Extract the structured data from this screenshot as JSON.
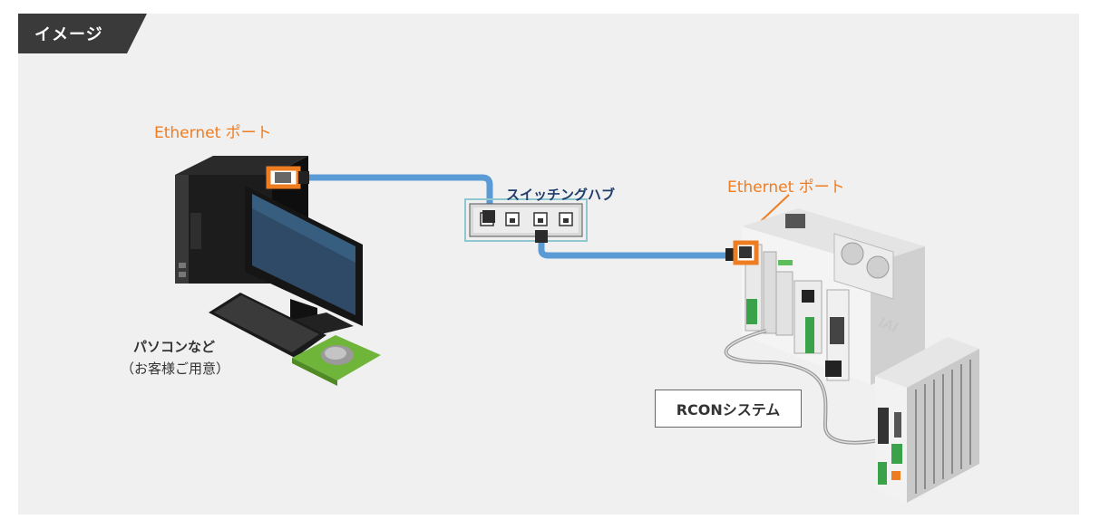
{
  "header": {
    "tag_label": "イメージ"
  },
  "labels": {
    "pc_port": "Ethernet ポート",
    "controller_port": "Ethernet ポート",
    "hub": "スイッチングハブ",
    "pc": "パソコンなど",
    "pc_note": "（お客様ご用意）",
    "system": "RCONシステム"
  },
  "colors": {
    "accent_orange": "#ee7d22",
    "cable_blue": "#5b9bd5",
    "hub_border": "#8ec7cf",
    "label_navy": "#1f3d6b",
    "mousepad_green": "#6fb53a"
  }
}
